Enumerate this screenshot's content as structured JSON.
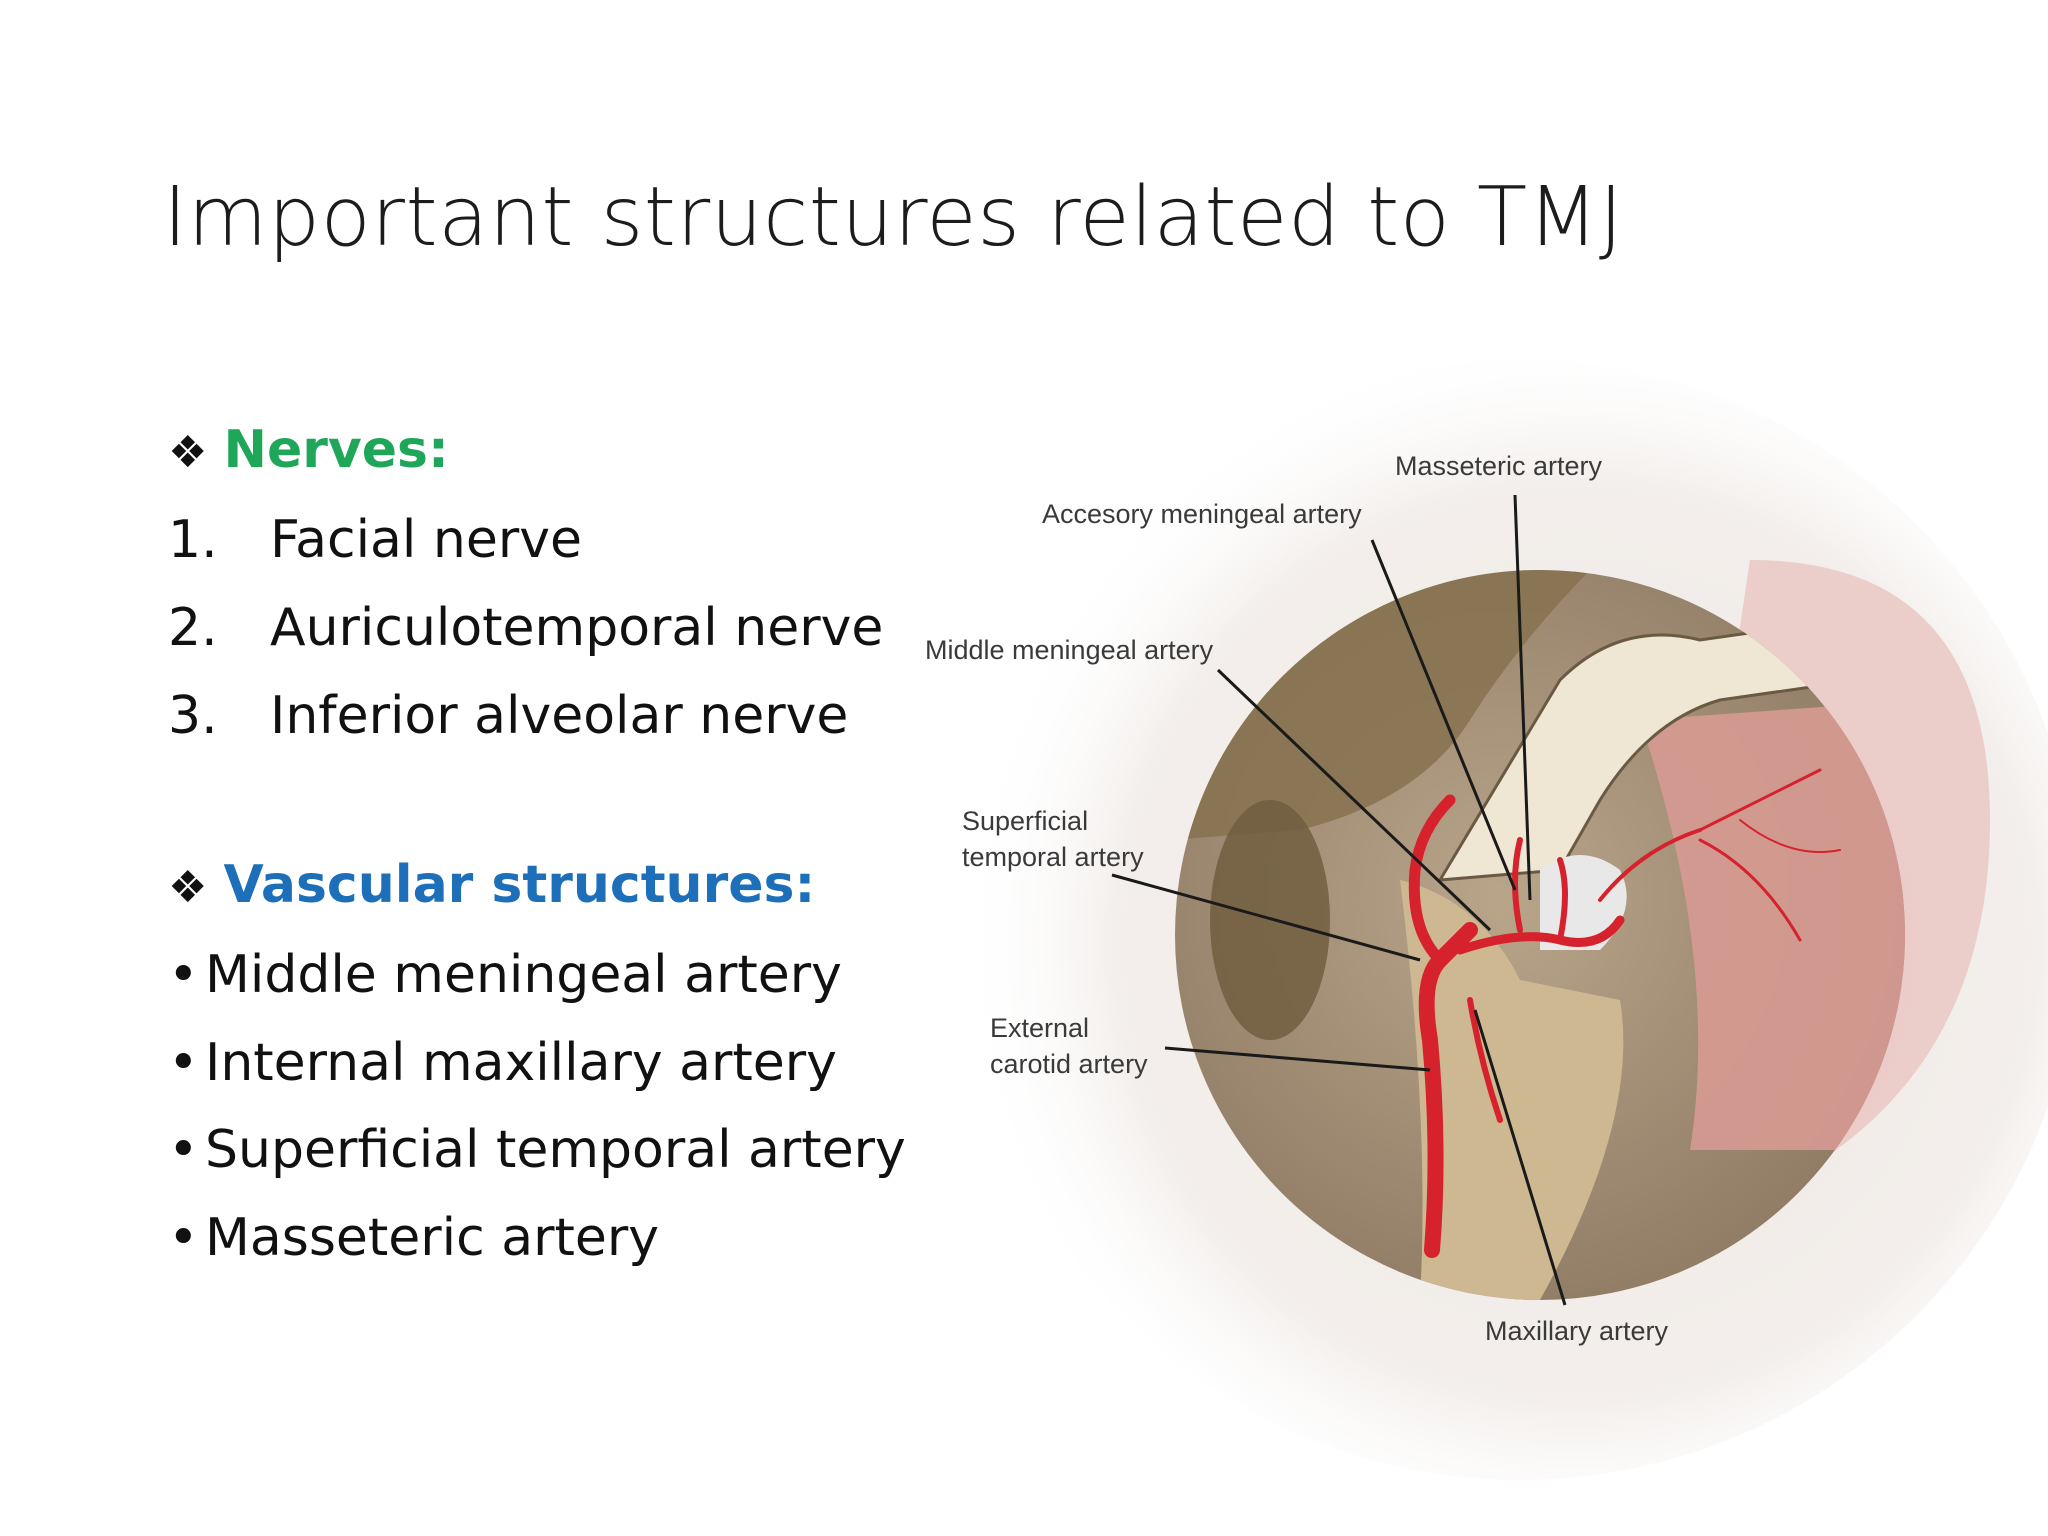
{
  "title": "Important structures related to TMJ",
  "nerves": {
    "symbol": "❖",
    "heading": "Nerves:",
    "items": [
      {
        "num": "1.",
        "text": "Facial nerve"
      },
      {
        "num": "2.",
        "text": "Auriculotemporal nerve"
      },
      {
        "num": "3.",
        "text": "Inferior alveolar nerve"
      }
    ]
  },
  "vascular": {
    "symbol": "❖",
    "heading": "Vascular structures:",
    "bullet": "•",
    "items": [
      "Middle meningeal artery",
      "Internal maxillary artery",
      "Superficial temporal artery",
      "Masseteric artery"
    ]
  },
  "figure": {
    "labels": {
      "masseteric": "Masseteric artery",
      "accessory": "Accesory meningeal artery",
      "middle": "Middle meningeal artery",
      "superficial_1": "Superficial",
      "superficial_2": "temporal artery",
      "external_1": "External",
      "external_2": "carotid artery",
      "maxillary": "Maxillary artery"
    }
  },
  "colors": {
    "title": "#1c1c1c",
    "nerves_heading": "#1fa659",
    "vascular_heading": "#1c6fb8",
    "artery": "#d6222c"
  }
}
